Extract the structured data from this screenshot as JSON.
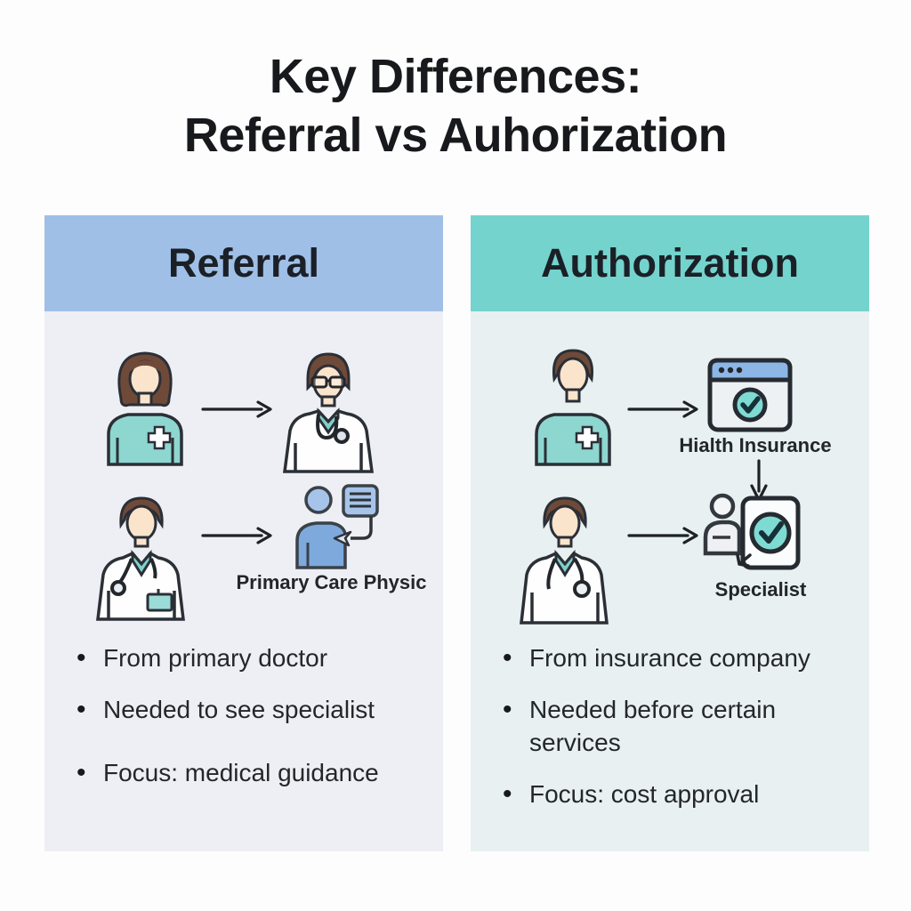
{
  "title": {
    "line1": "Key Differences:",
    "line2": "Referral vs Auhorization"
  },
  "referral": {
    "header": "Referral",
    "row2_label": "Primary Care Physic",
    "bullets": [
      "From primary doctor",
      "Needed to see specialist",
      "Focus: medical guidance"
    ]
  },
  "authorization": {
    "header": "Authorization",
    "row1_label": "Hialth Insurance",
    "row2_label": "Specialist",
    "bullets": [
      "From insurance company",
      "Needed before certain services",
      "Focus: cost approval"
    ]
  },
  "icons": {
    "referral_row1": [
      "female-patient-icon",
      "arrow-right-icon",
      "doctor-glasses-icon"
    ],
    "referral_row2": [
      "doctor-icon",
      "arrow-right-icon",
      "consultation-person-icon"
    ],
    "authorization_row1": [
      "male-patient-icon",
      "arrow-right-icon",
      "insurance-portal-check-icon",
      "arrow-down-icon"
    ],
    "authorization_row2": [
      "doctor-stethoscope-icon",
      "arrow-right-icon",
      "approved-specialist-card-icon"
    ]
  },
  "colors": {
    "referral_header_bg": "#9fbfe7",
    "authorization_header_bg": "#74d3cd",
    "referral_body_bg": "#edeff4",
    "authorization_body_bg": "#e8f0f2",
    "accent_teal": "#7edbd3",
    "accent_blue": "#8cb6e6",
    "shirt_teal": "#8ed6d0",
    "flat_person_blue": "#7da9dc",
    "text_dark": "#17191c"
  }
}
